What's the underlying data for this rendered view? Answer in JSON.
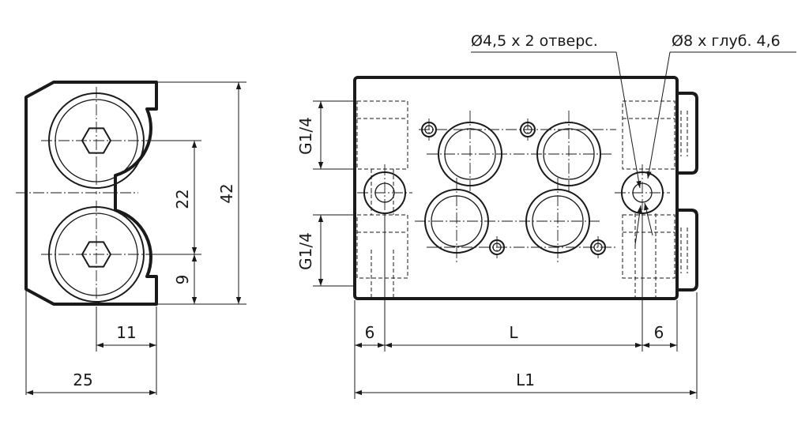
{
  "side_view": {
    "dim_height_total": "42",
    "dim_hole_spacing": "22",
    "dim_hole_offset": "9",
    "dim_hole_x": "11",
    "dim_width": "25"
  },
  "front_view": {
    "port_label_top": "G1/4",
    "port_label_bottom": "G1/4",
    "dim_left_margin": "6",
    "dim_pitch": "L",
    "dim_right_margin": "6",
    "dim_overall": "L1",
    "note_holes": "Ø4,5 x 2 отверс.",
    "note_counterbore": "Ø8 x глуб. 4,6"
  }
}
